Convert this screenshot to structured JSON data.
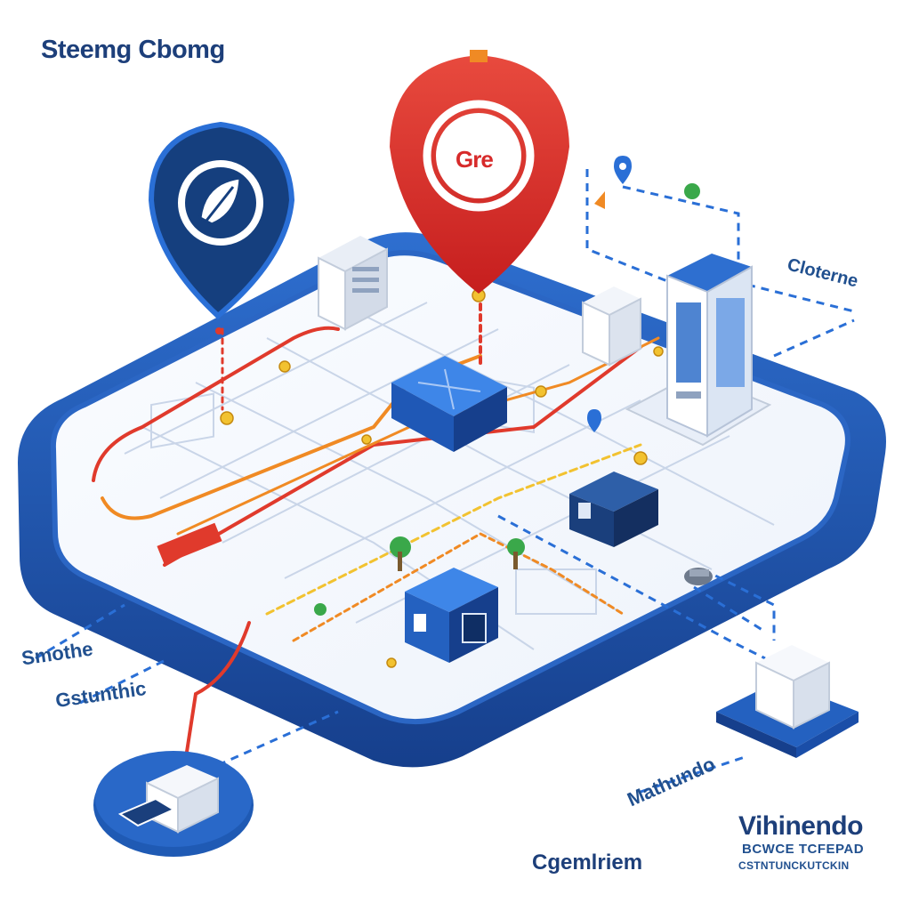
{
  "title": "Steemg Cbomg",
  "pins": {
    "red": {
      "text": "Gre",
      "color": "#d72a2a"
    },
    "navy": {
      "icon": "leaf-icon",
      "color": "#153f7e"
    }
  },
  "labels": {
    "left_a": "Smothe",
    "left_b": "Gstunthic",
    "right_top": "Cloterne",
    "bottom_mid": "Mathundo",
    "bottom": "Cgemlriem",
    "vendor": "Vihinendo",
    "vendor_line2": "BCWCE TCFEPAD",
    "vendor_line3": "CSTNTUNCKUTCKIN"
  },
  "colors": {
    "platform_blue": "#1f5ab4",
    "platform_dark": "#163f8c",
    "route_red": "#e03a2c",
    "route_orange": "#f08a24",
    "dash_blue": "#2a6fd6",
    "accent_yellow": "#f2c230",
    "leaf_green": "#3aa84a"
  }
}
